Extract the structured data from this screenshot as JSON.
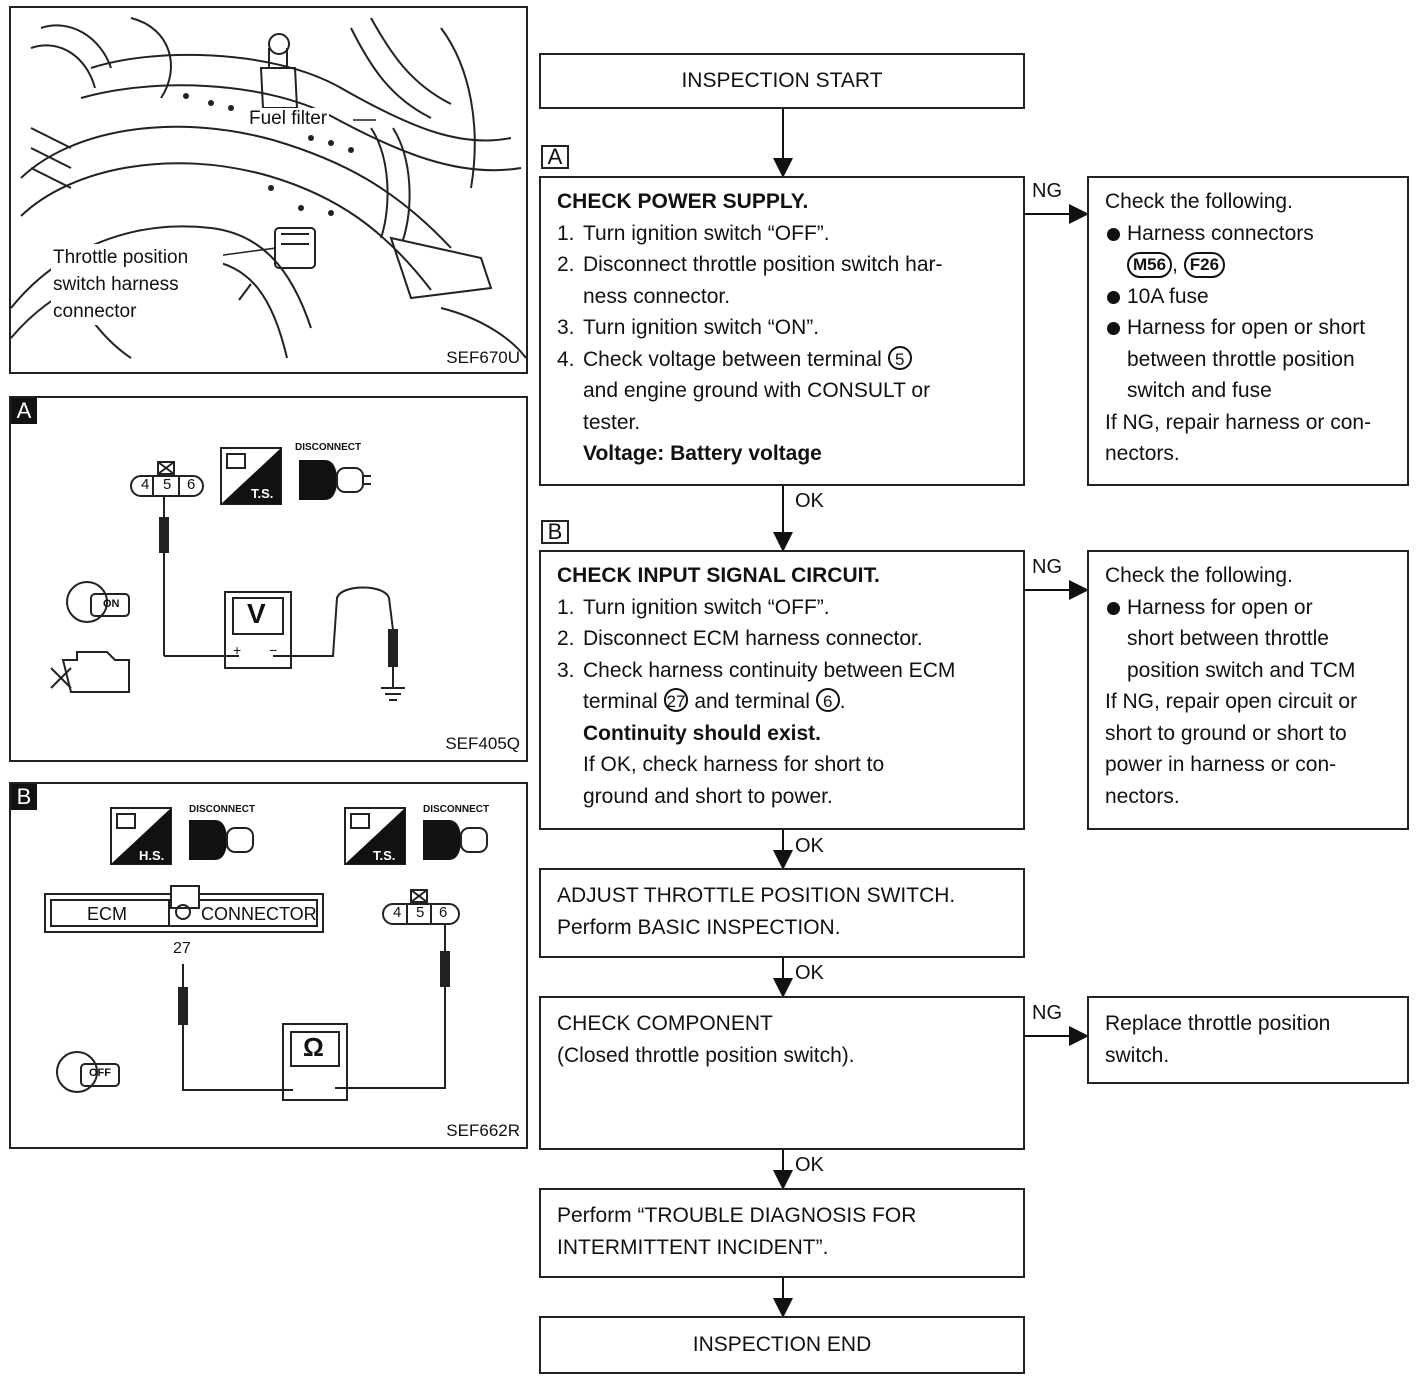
{
  "photo_panel": {
    "fuel_filter_label": "Fuel filter",
    "tps_label": "Throttle position switch harness connector",
    "code": "SEF670U"
  },
  "panel_a": {
    "tag": "A",
    "terminals": [
      "4",
      "5",
      "6"
    ],
    "ts_label": "T.S.",
    "disconnect_label": "DISCONNECT",
    "meter_symbol": "V",
    "key_label": "ON",
    "plus": "+",
    "minus": "−",
    "code": "SEF405Q"
  },
  "panel_b": {
    "tag": "B",
    "hs_label": "H.S.",
    "ts_label": "T.S.",
    "disconnect_label": "DISCONNECT",
    "ecm_label": "ECM",
    "connector_label": "CONNECTOR",
    "pin_label": "27",
    "terminals": [
      "4",
      "5",
      "6"
    ],
    "meter_symbol": "Ω",
    "key_label": "OFF",
    "code": "SEF662R"
  },
  "flow": {
    "start": "INSPECTION START",
    "label_a": "A",
    "label_b": "B",
    "box_a": {
      "title": "CHECK POWER SUPPLY.",
      "s1": "Turn ignition switch “OFF”.",
      "s2a": "Disconnect throttle position switch har-",
      "s2b": "ness connector.",
      "s3": "Turn ignition switch “ON”.",
      "s4a": "Check voltage between terminal",
      "s4_term": "5",
      "s4b": "and engine ground with CONSULT or",
      "s4c": "tester.",
      "spec": "Voltage: Battery voltage"
    },
    "ng_a": {
      "title": "Check the following.",
      "b1": "Harness connectors",
      "conn1": "M56",
      "conn2": "F26",
      "b2": "10A fuse",
      "b3a": "Harness for open or short",
      "b3b": "between throttle position",
      "b3c": "switch and fuse",
      "r1": "If NG, repair harness or con-",
      "r2": "nectors."
    },
    "box_b": {
      "title": "CHECK INPUT SIGNAL CIRCUIT.",
      "s1": "Turn ignition switch “OFF”.",
      "s2": "Disconnect ECM harness connector.",
      "s3a": "Check harness continuity between ECM",
      "s3b1": "terminal",
      "s3_t1": "27",
      "s3b2": "and terminal",
      "s3_t2": "6",
      "spec": "Continuity should exist.",
      "n1": "If OK, check harness for short to",
      "n2": "ground and short to power."
    },
    "ng_b": {
      "title": "Check the following.",
      "b1a": "Harness for open or",
      "b1b": "short between throttle",
      "b1c": "position switch and TCM",
      "r1": "If NG, repair open circuit or",
      "r2": "short to ground or short to",
      "r3": "power in harness or con-",
      "r4": "nectors."
    },
    "adjust": {
      "l1": "ADJUST THROTTLE POSITION SWITCH.",
      "l2": "Perform BASIC INSPECTION."
    },
    "component": {
      "l1": "CHECK COMPONENT",
      "l2": "(Closed throttle position switch)."
    },
    "ng_c": {
      "l1": "Replace throttle position",
      "l2": "switch."
    },
    "trouble": {
      "l1": "Perform “TROUBLE DIAGNOSIS FOR",
      "l2": "INTERMITTENT INCIDENT”."
    },
    "end": "INSPECTION END",
    "ng": "NG",
    "ok": "OK",
    "n1": "1.",
    "n2": "2.",
    "n3": "3.",
    "n4": "4."
  }
}
